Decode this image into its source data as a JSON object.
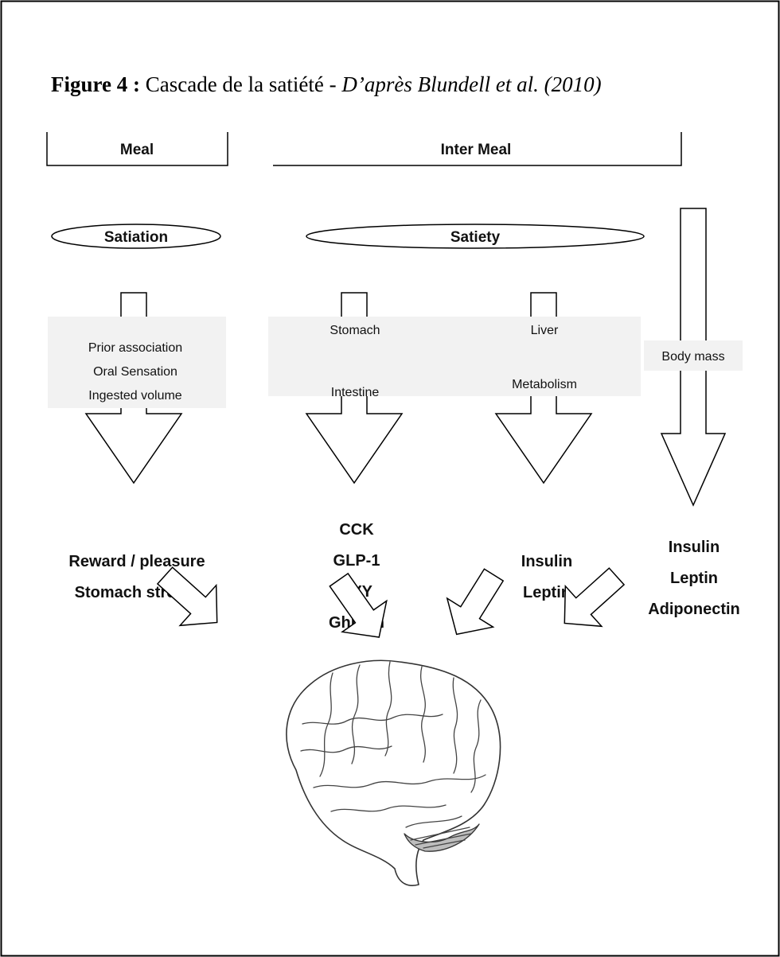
{
  "figure": {
    "label": "Figure 4 :",
    "title": " Cascade de la satiété - ",
    "citation": "D’après Blundell et al. (2010)"
  },
  "phases": {
    "meal": "Meal",
    "inter_meal": "Inter Meal"
  },
  "processes": {
    "satiation": "Satiation",
    "satiety": "Satiety"
  },
  "pathways": {
    "meal": [
      "Prior association",
      "Oral Sensation",
      "Ingested volume"
    ],
    "gut": [
      "Stomach",
      "Intestine"
    ],
    "liver": [
      "Liver",
      "Metabolism"
    ],
    "body": [
      "Body  mass"
    ]
  },
  "signals": {
    "meal": [
      "Reward / pleasure",
      "Stomach stretch"
    ],
    "gut": [
      "CCK",
      "GLP-1",
      "PYY",
      "Ghrelin"
    ],
    "liver": [
      "Insulin",
      "Leptin"
    ],
    "body": [
      "Insulin",
      "Leptin",
      "Adiponectin"
    ]
  },
  "colors": {
    "line": "#000000",
    "text": "#111111",
    "band": "#f2f2f2"
  }
}
